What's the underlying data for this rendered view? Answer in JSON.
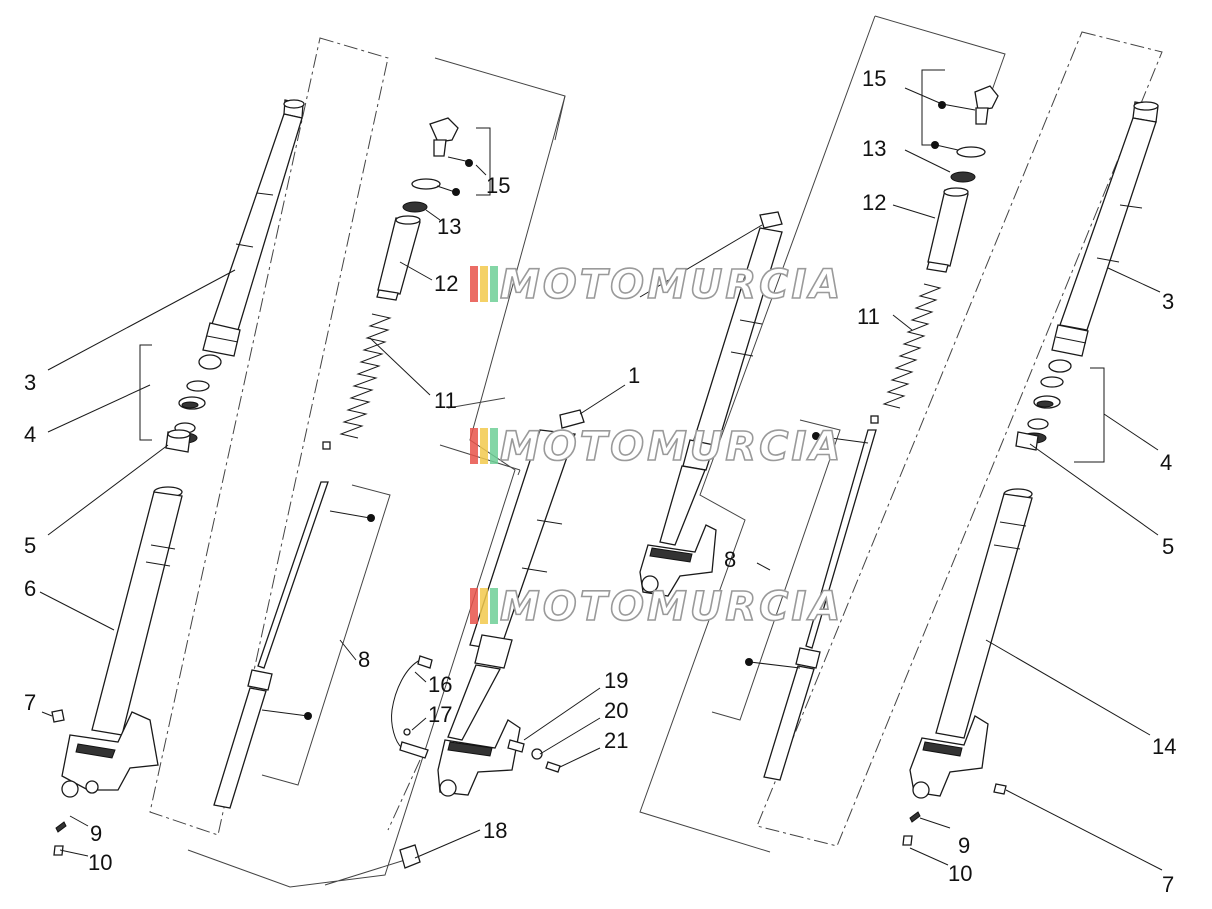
{
  "watermark": {
    "brand": "MOTOMURCIA",
    "stripe_colors": [
      "#e8524a",
      "#f2c94c",
      "#6fcf97"
    ]
  },
  "callouts": {
    "c1": "1",
    "c3_left": "3",
    "c3_right": "3",
    "c4_left": "4",
    "c4_right": "4",
    "c5_left": "5",
    "c5_right": "5",
    "c6": "6",
    "c7_left": "7",
    "c7_right": "7",
    "c8_left": "8",
    "c8_right": "8",
    "c9_left": "9",
    "c9_right": "9",
    "c10_left": "10",
    "c10_right": "10",
    "c11_left": "11",
    "c11_right": "11",
    "c12_left": "12",
    "c12_right": "12",
    "c13_left": "13",
    "c13_right": "13",
    "c14": "14",
    "c15_left": "15",
    "c15_right": "15",
    "c16": "16",
    "c17": "17",
    "c18": "18",
    "c19": "19",
    "c20": "20",
    "c21": "21"
  }
}
